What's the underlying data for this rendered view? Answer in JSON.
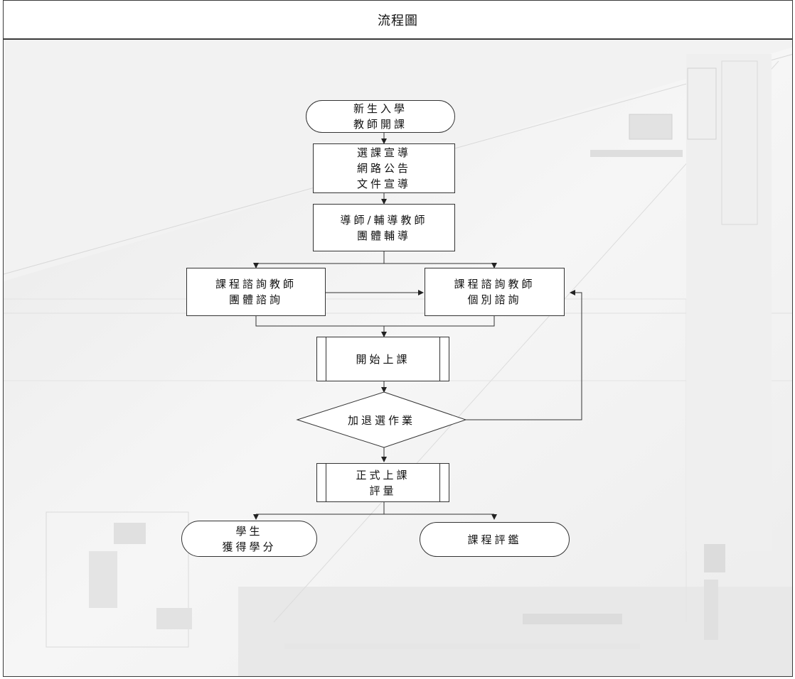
{
  "header": {
    "title": "流程圖"
  },
  "flowchart": {
    "start": "新生入學\n教師開課",
    "promotion": "選課宣導\n網路公告\n文件宣導",
    "mentor": "導師/輔導教師\n團體輔導",
    "group_consult": "課程諮詢教師\n團體諮詢",
    "individual_consult": "課程諮詢教師\n個別諮詢",
    "class_start": "開始上課",
    "add_drop": "加退選作業",
    "formal_class": "正式上課\n評量",
    "credits": "學生\n獲得學分",
    "evaluation": "課程評鑑"
  }
}
